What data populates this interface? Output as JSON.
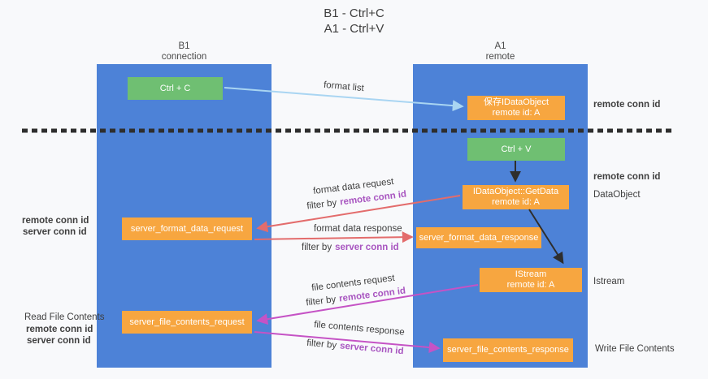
{
  "title": {
    "line1": "B1 - Ctrl+C",
    "line2": "A1 - Ctrl+V"
  },
  "lanes": {
    "left": {
      "name": "B1",
      "role": "connection"
    },
    "right": {
      "name": "A1",
      "role": "remote"
    }
  },
  "boxes": {
    "ctrl_c": "Ctrl + C",
    "ctrl_v": "Ctrl + V",
    "save_idataobject": {
      "title": "保存IDataObject",
      "subtitle": "remote id: A"
    },
    "getdata": {
      "title": "IDataObject::GetData",
      "subtitle": "remote id: A"
    },
    "istream": {
      "title": "IStream",
      "subtitle": "remote id: A"
    },
    "server_format_data_request": "server_format_data_request",
    "server_format_data_response": "server_format_data_response",
    "server_file_contents_request": "server_file_contents_request",
    "server_file_contents_response": "server_file_contents_response"
  },
  "flow_labels": {
    "format_list": "format list",
    "format_data_request": "format data request",
    "format_data_response": "format data response",
    "file_contents_request": "file contents request",
    "file_contents_response": "file contents response",
    "filter_by": "filter by",
    "remote_conn_id": "remote conn id",
    "server_conn_id": "server conn id"
  },
  "annotations": {
    "remote_conn_id": "remote conn id",
    "server_conn_id": "server conn id",
    "dataobject": "DataObject",
    "istream": "Istream",
    "read_file_contents": "Read File Contents",
    "write_file_contents": "Write File Contents"
  },
  "colors": {
    "lane_blue": "#4d82d7",
    "box_orange": "#f7a640",
    "box_green": "#6fbf72",
    "arrow_lightblue": "#a9d5f2",
    "arrow_red": "#e36c6c",
    "arrow_magenta": "#c553c5",
    "arrow_black": "#2e2e2e",
    "label_purple": "#a855c0",
    "label_green": "#62bb6d"
  }
}
